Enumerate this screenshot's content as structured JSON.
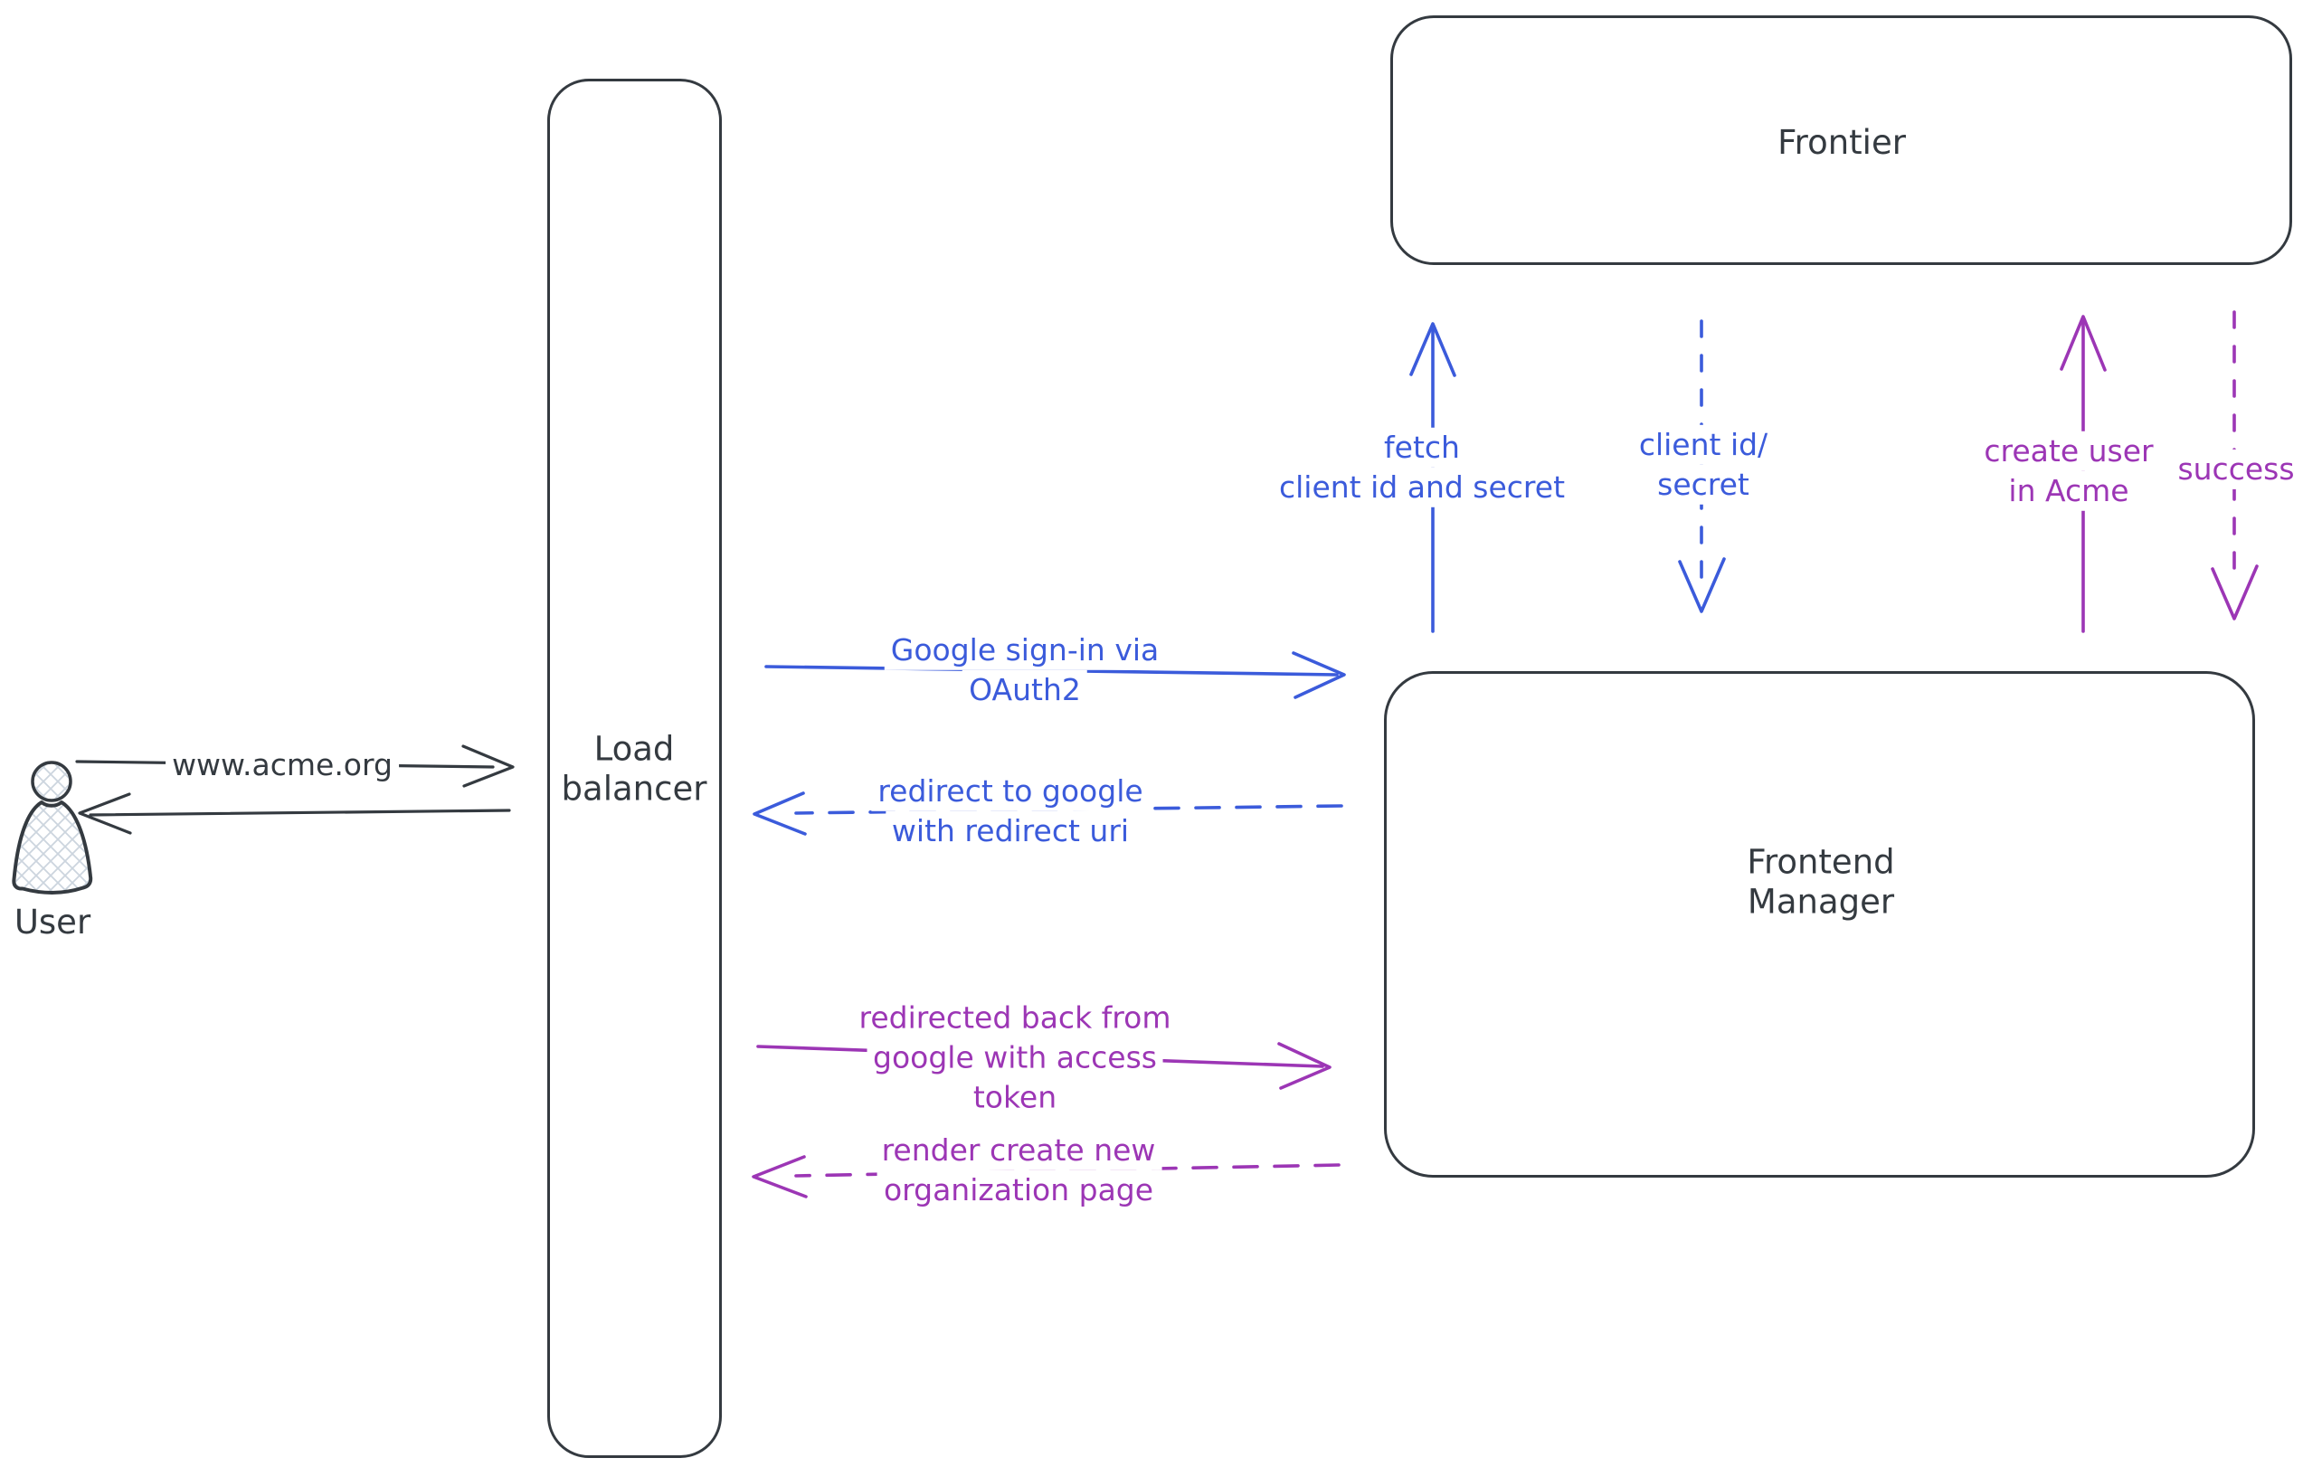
{
  "colors": {
    "ink": "#343a40",
    "blue": "#3b5bdb",
    "purple": "#9c36b5",
    "hatch": "#ccd5de",
    "background": "#ffffff"
  },
  "nodes": {
    "user": {
      "label": "User"
    },
    "load_balancer": {
      "lines": [
        "Load",
        "balancer"
      ]
    },
    "frontier": {
      "label": "Frontier"
    },
    "frontend_manager": {
      "lines": [
        "Frontend",
        "Manager"
      ]
    }
  },
  "flows": {
    "www_request": {
      "label": "www.acme.org",
      "style": "solid",
      "color": "ink",
      "direction": "right"
    },
    "response": {
      "style": "solid",
      "color": "ink",
      "direction": "left"
    },
    "google_signin": {
      "lines": [
        "Google sign-in via",
        "OAuth2"
      ],
      "style": "solid",
      "color": "blue",
      "direction": "right"
    },
    "redirect_google": {
      "lines": [
        "redirect to google",
        "with redirect uri"
      ],
      "style": "dashed",
      "color": "blue",
      "direction": "left"
    },
    "redirected_back": {
      "lines": [
        "redirected back from",
        "google with access",
        "token"
      ],
      "style": "solid",
      "color": "purple",
      "direction": "right"
    },
    "render_page": {
      "lines": [
        "render create new",
        "organization page"
      ],
      "style": "dashed",
      "color": "purple",
      "direction": "left"
    },
    "fetch_secret": {
      "lines": [
        "fetch",
        "client id and secret"
      ],
      "style": "solid",
      "color": "blue",
      "direction": "up"
    },
    "client_id_secret": {
      "lines": [
        "client id/",
        "secret"
      ],
      "style": "dashed",
      "color": "blue",
      "direction": "down"
    },
    "create_user": {
      "lines": [
        "create user",
        "in Acme"
      ],
      "style": "solid",
      "color": "purple",
      "direction": "up"
    },
    "success": {
      "label": "success",
      "style": "dashed",
      "color": "purple",
      "direction": "down"
    }
  }
}
